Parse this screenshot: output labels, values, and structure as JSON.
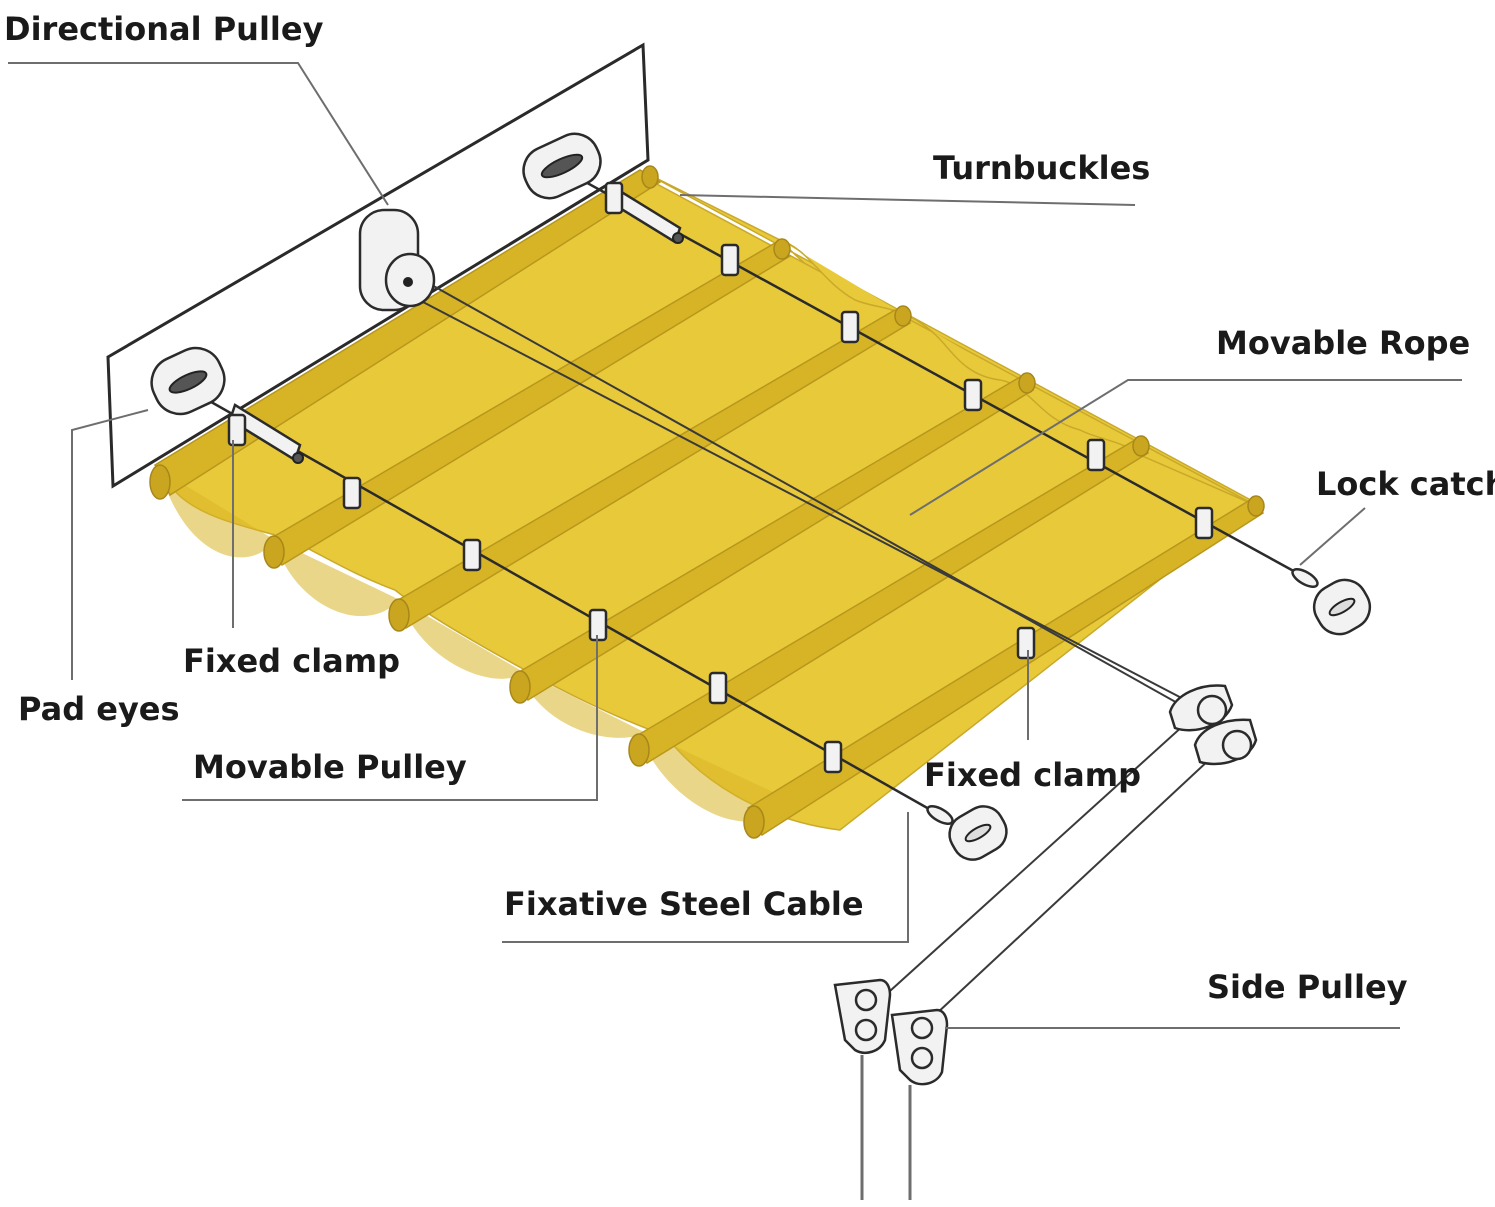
{
  "labels": {
    "directional_pulley": "Directional Pulley",
    "turnbuckles": "Turnbuckles",
    "movable_rope": "Movable Rope",
    "lock_catch": "Lock catch",
    "fixed_clamp_left": "Fixed clamp",
    "pad_eyes": "Pad eyes",
    "movable_pulley": "Movable Pulley",
    "fixed_clamp_right": "Fixed clamp",
    "fixative_steel_cable": "Fixative Steel Cable",
    "side_pulley": "Side Pulley"
  },
  "colors": {
    "fabric": "#e8c93a",
    "roller": "#d6b426",
    "line": "#2b2b2b",
    "leader": "#6e6e6e"
  }
}
